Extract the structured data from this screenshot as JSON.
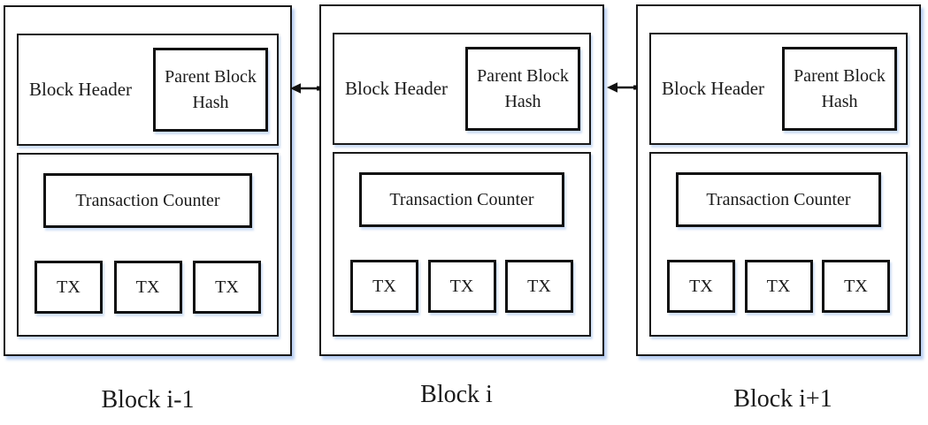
{
  "diagram": {
    "blocks": [
      {
        "label": "Block i-1",
        "header": "Block Header",
        "parent_hash": "Parent Block Hash",
        "transaction_counter": "Transaction Counter",
        "transactions": [
          "TX",
          "TX",
          "TX"
        ]
      },
      {
        "label": "Block i",
        "header": "Block Header",
        "parent_hash": "Parent Block Hash",
        "transaction_counter": "Transaction Counter",
        "transactions": [
          "TX",
          "TX",
          "TX"
        ]
      },
      {
        "label": "Block i+1",
        "header": "Block Header",
        "parent_hash": "Parent Block Hash",
        "transaction_counter": "Transaction Counter",
        "transactions": [
          "TX",
          "TX",
          "TX"
        ]
      }
    ],
    "arrows": [
      {
        "name": "block-i-to-block-i-1",
        "direction": "left"
      },
      {
        "name": "block-i+1-to-block-i",
        "direction": "left"
      }
    ],
    "colors": {
      "border": "#1a1a1a",
      "shadow": "#acc6ee",
      "background": "#ffffff",
      "text": "#1a1a1a"
    }
  }
}
